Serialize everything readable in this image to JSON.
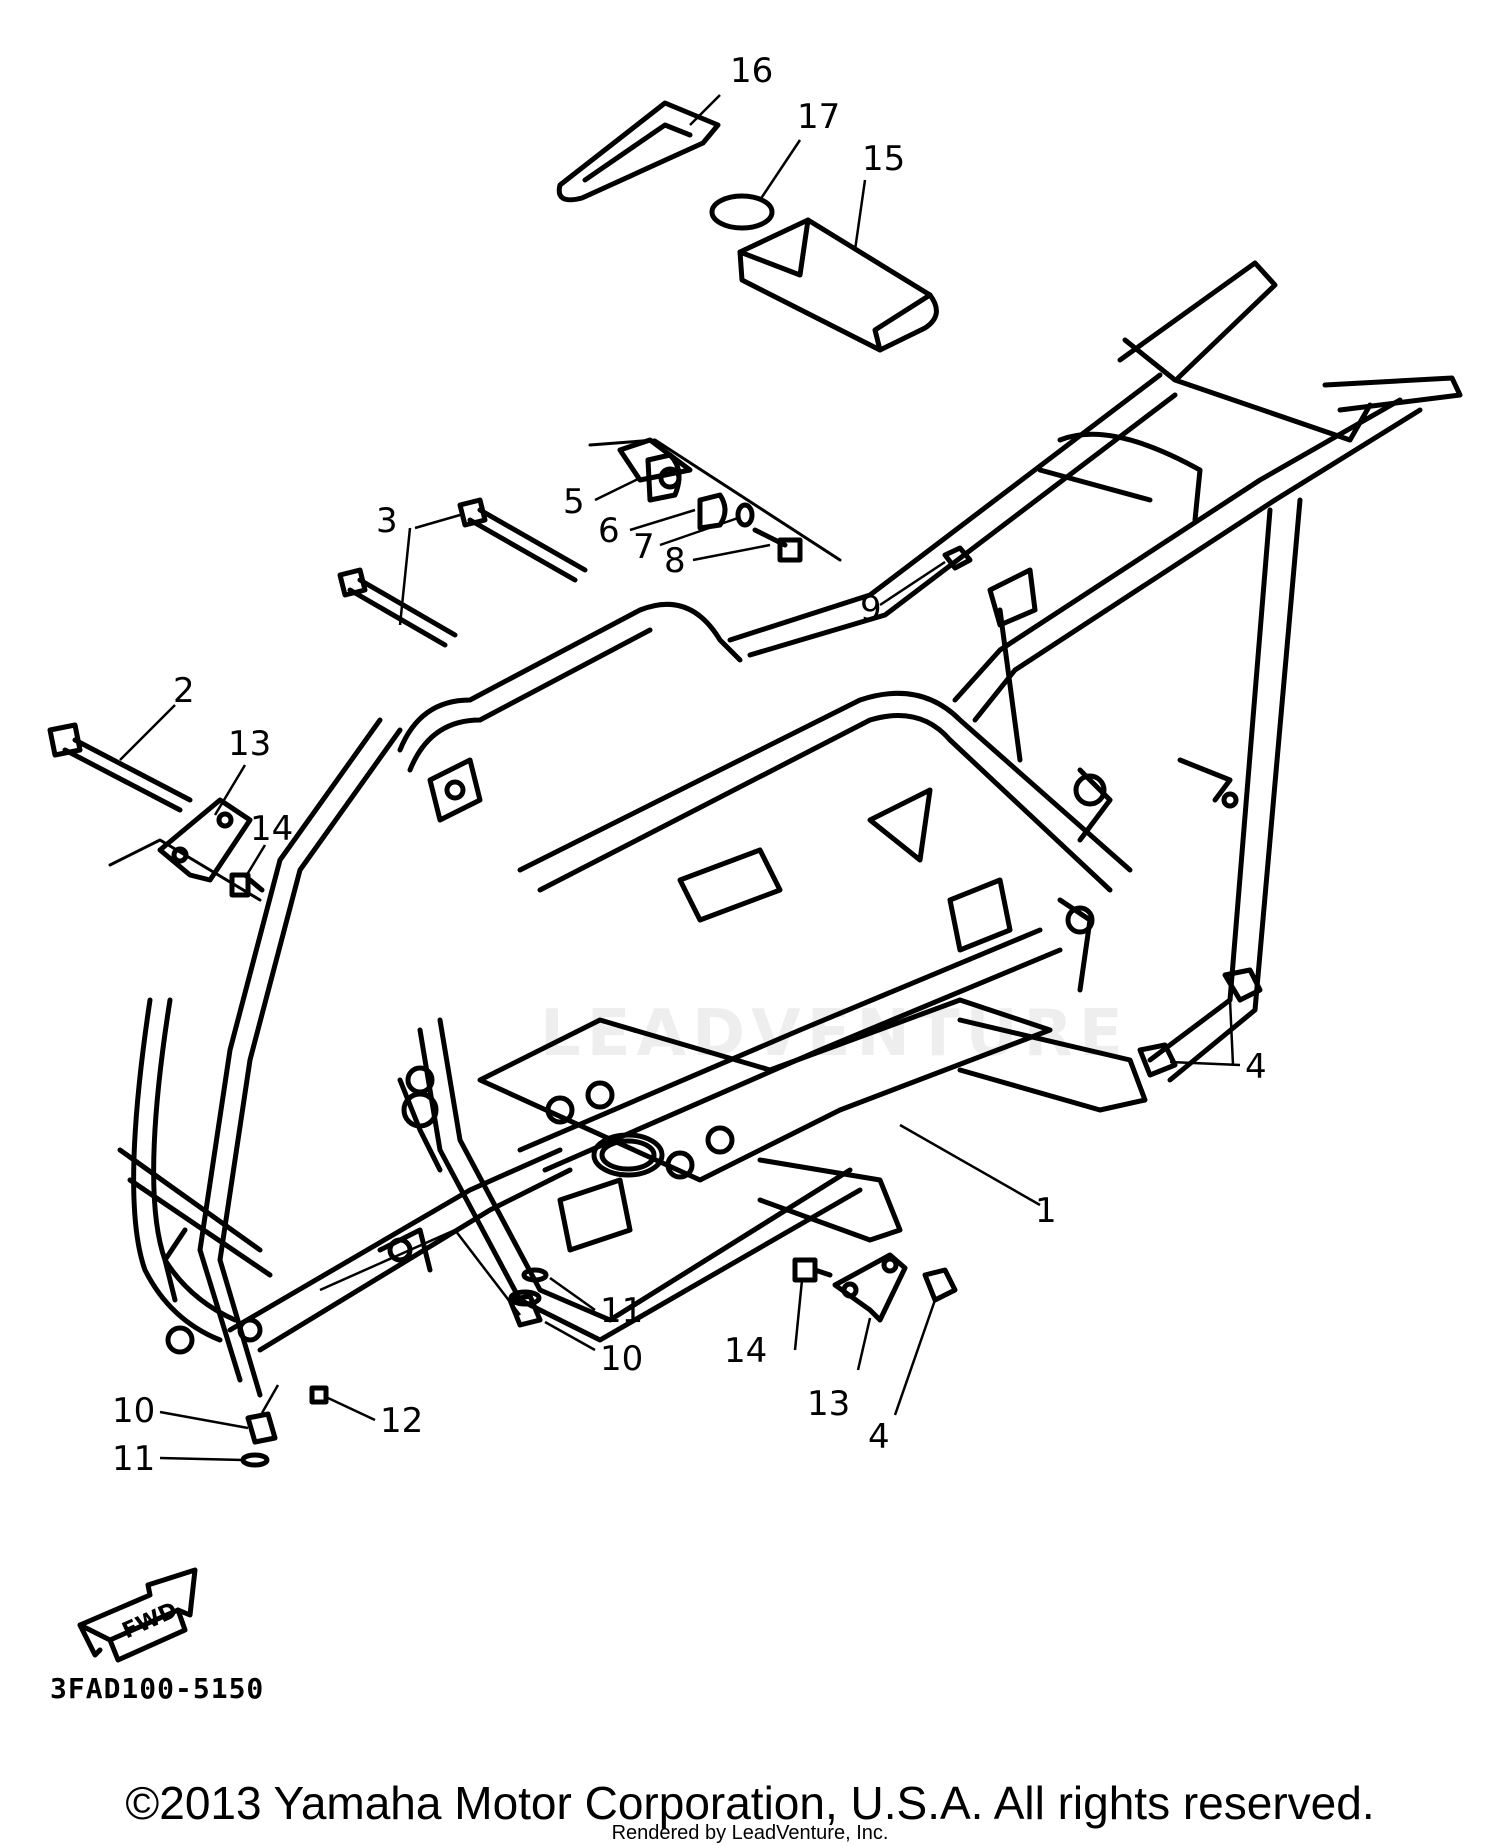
{
  "diagram": {
    "part_code": "3FAD100-5150",
    "fwd_label": "FWD",
    "watermark": "LEADVENTURE",
    "callouts": {
      "c1": "1",
      "c2": "2",
      "c3": "3",
      "c4a": "4",
      "c4b": "4",
      "c5": "5",
      "c6": "6",
      "c7": "7",
      "c8": "8",
      "c9": "9",
      "c10a": "10",
      "c10b": "10",
      "c11a": "11",
      "c11b": "11",
      "c12": "12",
      "c13a": "13",
      "c13b": "13",
      "c14a": "14",
      "c14b": "14",
      "c15": "15",
      "c16": "16",
      "c17": "17"
    }
  },
  "footer": {
    "copyright": "©2013 Yamaha Motor Corporation, U.S.A. All rights reserved.",
    "rendered_by": "Rendered by LeadVenture, Inc."
  }
}
